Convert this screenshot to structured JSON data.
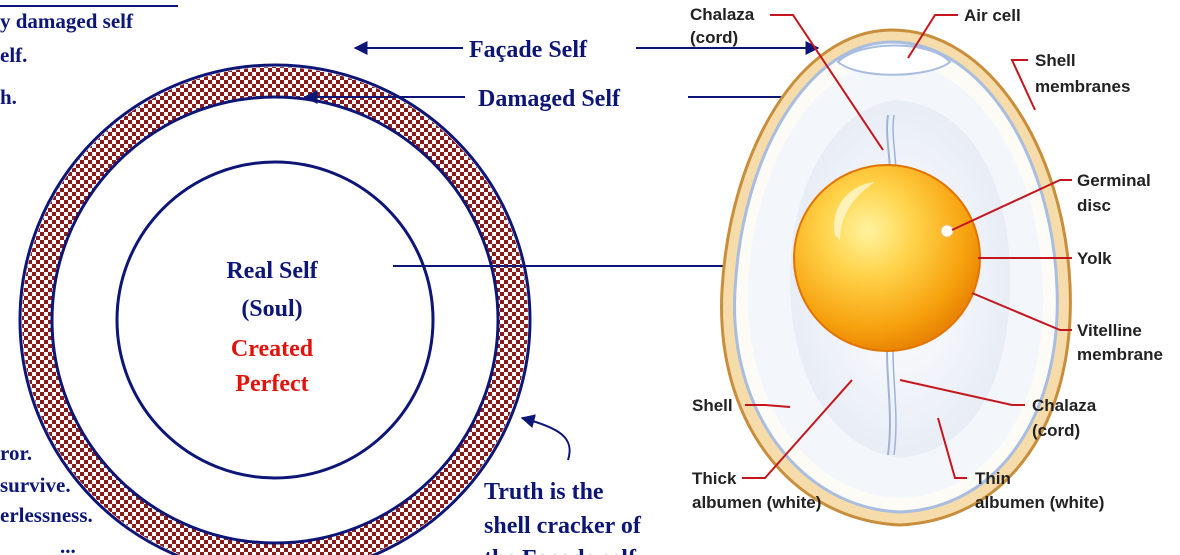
{
  "colors": {
    "navy": "#0d1677",
    "red": "#e3120b",
    "maroon": "#8b1b1b",
    "label_red": "#c4161c",
    "label_text": "#222222",
    "shell_fill": "#f5dcaa",
    "shell_stroke": "#c98e3c",
    "membrane": "#a9bde0",
    "albumen": "#eef2f8",
    "yolk_outer": "#f08a00",
    "yolk_inner": "#ffd860"
  },
  "left_diagram": {
    "left_text_top": [
      "y damaged self",
      "elf.",
      "h."
    ],
    "left_text_bottom": [
      "ror.",
      "survive.",
      "erlessness.",
      "..."
    ],
    "facade_label": "Façade Self",
    "damaged_label": "Damaged Self",
    "real_self": "Real Self",
    "soul": "(Soul)",
    "created": "Created",
    "perfect": "Perfect",
    "truth_line1": "Truth is the",
    "truth_line2": "shell cracker of",
    "truth_line3": "the Façade self"
  },
  "egg_diagram": {
    "labels": {
      "chalaza_top_1": "Chalaza",
      "chalaza_top_2": "(cord)",
      "air_cell": "Air cell",
      "shell_membranes_1": "Shell",
      "shell_membranes_2": "membranes",
      "germinal_1": "Germinal",
      "germinal_2": "disc",
      "yolk": "Yolk",
      "vitelline_1": "Vitelline",
      "vitelline_2": "membrane",
      "chalaza_bottom_1": "Chalaza",
      "chalaza_bottom_2": "(cord)",
      "shell": "Shell",
      "thick_1": "Thick",
      "thick_2": "albumen (white)",
      "thin_1": "Thin",
      "thin_2": "albumen (white)"
    }
  }
}
